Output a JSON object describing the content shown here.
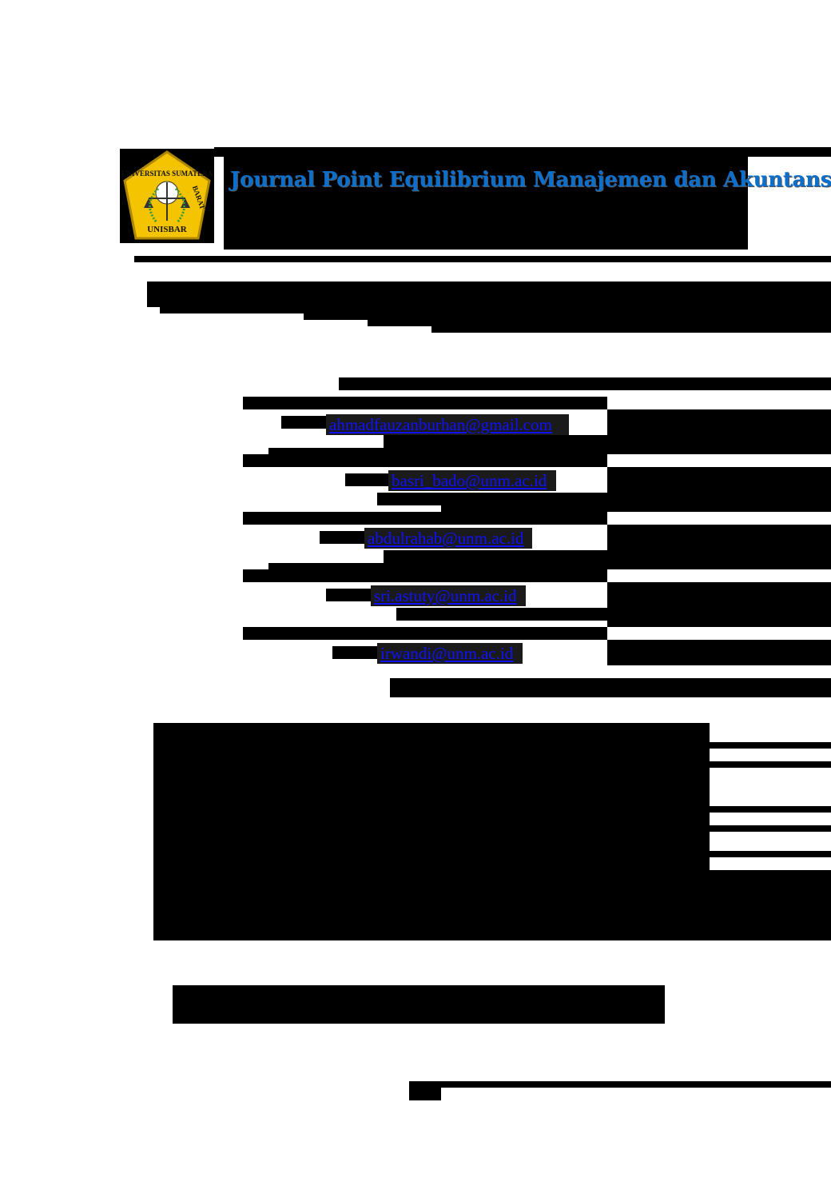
{
  "header": {
    "journal_title": "Journal Point Equilibrium Manajemen dan Akuntansi",
    "logo": {
      "icon": "university-crest-icon",
      "arc_text": "UNIVERSITAS SUMATERA BARAT",
      "bottom_text": "UNISBAR",
      "colors": {
        "shield": "#f5c400",
        "border": "#b08800",
        "title": "#0b6fce"
      }
    }
  },
  "authors": [
    {
      "email": "ahmadfauzanburhan@gmail.com"
    },
    {
      "email": "basri_bado@unm.ac.id"
    },
    {
      "email": "abdulrahab@unm.ac.id"
    },
    {
      "email": "sri.astuty@unm.ac.id"
    },
    {
      "email": "irwandi@unm.ac.id"
    }
  ],
  "colors": {
    "redaction": "#000000",
    "link": "#1010ff"
  }
}
